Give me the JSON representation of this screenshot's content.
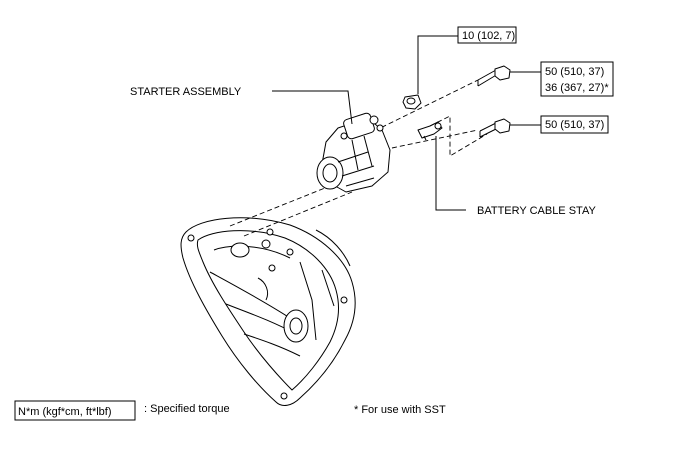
{
  "callouts": {
    "starter_assembly": "STARTER ASSEMBLY",
    "battery_cable_stay": "BATTERY CABLE STAY"
  },
  "torque_specs": {
    "nut": "10 (102, 7)",
    "upper_bolt_line1": "50 (510, 37)",
    "upper_bolt_line2": "36 (367, 27)*",
    "lower_bolt": "50 (510, 37)"
  },
  "legend": {
    "unit_box": "N*m (kgf*cm, ft*lbf)",
    "unit_desc": ": Specified torque",
    "sst_note": "* For use with SST"
  }
}
